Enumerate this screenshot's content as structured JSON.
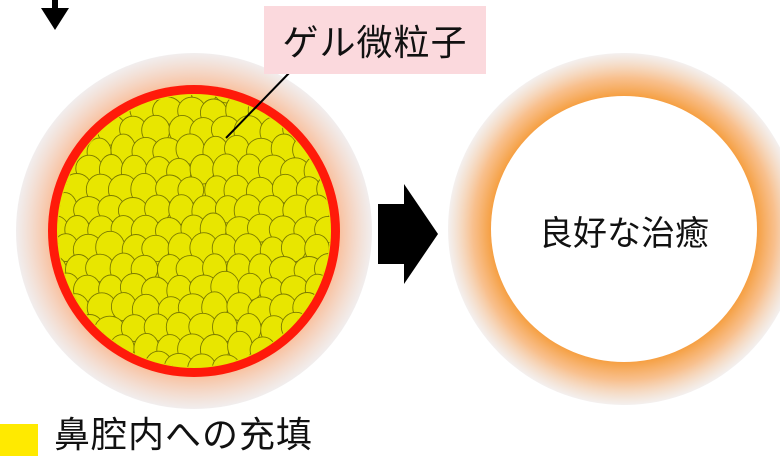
{
  "labels": {
    "gel_particles": "ゲル微粒子",
    "result": "良好な治癒",
    "caption": "鼻腔内への充填"
  },
  "colors": {
    "gel_fill": "#e8e600",
    "gel_outline": "#7a7a00",
    "rim": "#ff1a0a",
    "halo_left": "#f5c8a0",
    "halo_right": "#f7a74e",
    "arrow": "#000000",
    "label_bg": "#fbd9dd",
    "tab": "#ffea00"
  },
  "icons": {
    "top_arrow": "down-arrow-icon",
    "transition_arrow": "right-arrow-icon"
  }
}
